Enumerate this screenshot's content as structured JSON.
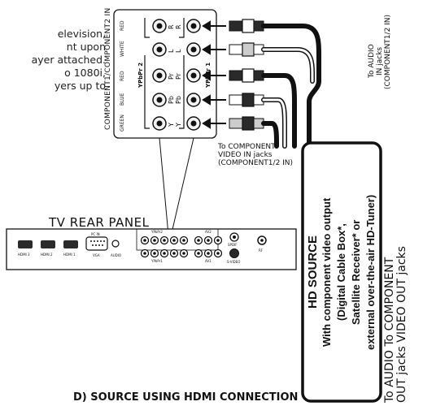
{
  "intro_lines": [
    "elevision,",
    "nt upon",
    "ayer attached.",
    "o 1080i,",
    "yers up to"
  ],
  "component_heading": "COMPONENT1/COMPONENT2 IN",
  "color_labels": [
    "RED",
    "WHITE",
    "RED",
    "BLUE",
    "GREEN"
  ],
  "jack_letters_left": [
    "R",
    "L",
    "Pr",
    "Pb",
    "Y"
  ],
  "jack_letters_right": [
    "R",
    "L",
    "Pr",
    "Pb",
    "Y"
  ],
  "group_label_left": "YPbPr 2",
  "group_label_right": "YPbPr 1",
  "audio_note": {
    "line1": "To AUDIO",
    "line2": "IN jacks",
    "line3": "(COMPONENT1/2 IN)"
  },
  "video_note": {
    "line1": "To COMPONENT",
    "line2": "VIDEO IN jacks",
    "line3": "(COMPONENT1/2 IN)"
  },
  "panel_title": "TV REAR PANEL",
  "panel_ports": {
    "hdmi3": "HDMI 3",
    "hdmi2": "HDMI 2",
    "hdmi1": "HDMI 1",
    "pc_in": "PC IN",
    "vga": "VGA",
    "audio": "AUDIO",
    "ypbpr2": "YPbPr2",
    "ypbpr1": "YPbPr1",
    "av2": "AV2",
    "av1": "AV1",
    "spdif": "SPDIF",
    "svideo": "S-VIDEO",
    "rf": "RF"
  },
  "hd_source": {
    "title": "HD SOURCE",
    "line2": "With component video output",
    "line3": "(Digital Cable Box*,",
    "line4": "Satellite Receiver* or",
    "line5": "external over-the-air HD-Tuner)"
  },
  "out_note": {
    "line1": "To AUDIO  To COMPONENT",
    "line2": "OUT jacks VIDEO OUT jacks"
  },
  "bottom_heading": "D) SOURCE USING HDMI CONNECTION",
  "colors": {
    "line": "#111111",
    "jack_fill": "#f2f2f2",
    "plug_dark": "#2a2a2a",
    "plug_light": "#cccccc"
  }
}
